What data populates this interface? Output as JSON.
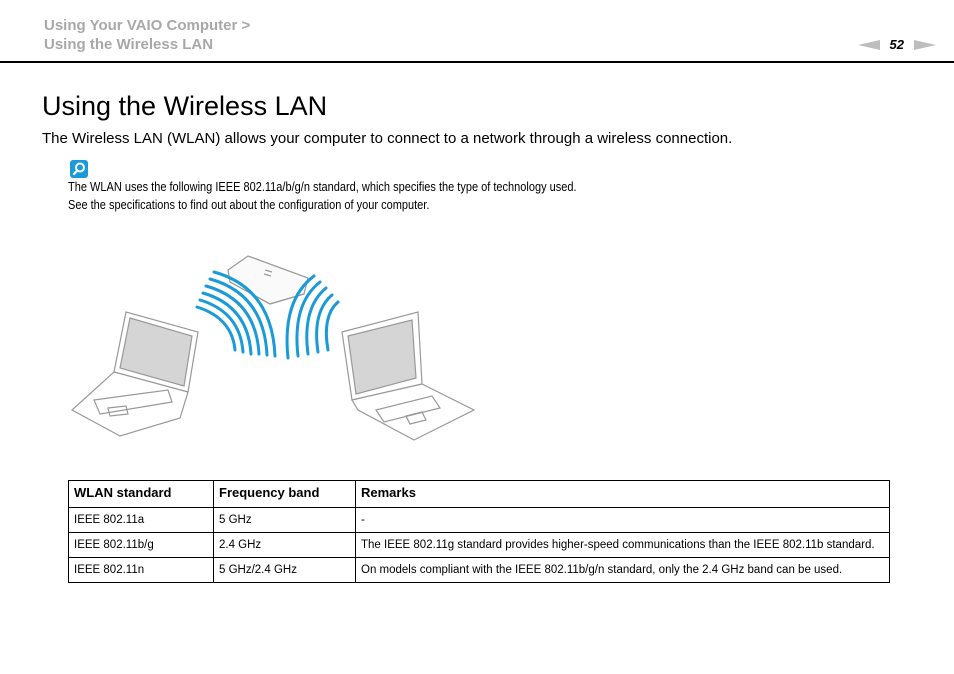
{
  "header": {
    "breadcrumb_line1": "Using Your VAIO Computer >",
    "breadcrumb_line2": "Using the Wireless LAN",
    "page_number": "52",
    "prev_icon": "left-arrow-icon",
    "next_icon": "right-arrow-icon"
  },
  "page": {
    "title": "Using the Wireless LAN",
    "intro": "The Wireless LAN (WLAN) allows your computer to connect to a network through a wireless connection.",
    "note_icon": "magnifier-note-icon",
    "note_line1": "The WLAN uses the following IEEE 802.11a/b/g/n standard, which specifies the type of technology used.",
    "note_line2": "See the specifications to find out about the configuration of your computer."
  },
  "illustration": {
    "description": "Two laptops communicating wirelessly with an access point",
    "signal_color": "#1a9ad8"
  },
  "table": {
    "headers": [
      "WLAN standard",
      "Frequency band",
      "Remarks"
    ],
    "rows": [
      [
        "IEEE 802.11a",
        "5 GHz",
        "-"
      ],
      [
        "IEEE 802.11b/g",
        "2.4 GHz",
        "The IEEE 802.11g standard provides higher-speed communications than the IEEE 802.11b standard."
      ],
      [
        "IEEE 802.11n",
        "5 GHz/2.4 GHz",
        "On models compliant with the IEEE 802.11b/g/n standard, only the 2.4 GHz band can be used."
      ]
    ]
  },
  "colors": {
    "breadcrumb": "#a8a8a8",
    "accent": "#1a9ad8",
    "arrows": "#bdbdbd"
  }
}
